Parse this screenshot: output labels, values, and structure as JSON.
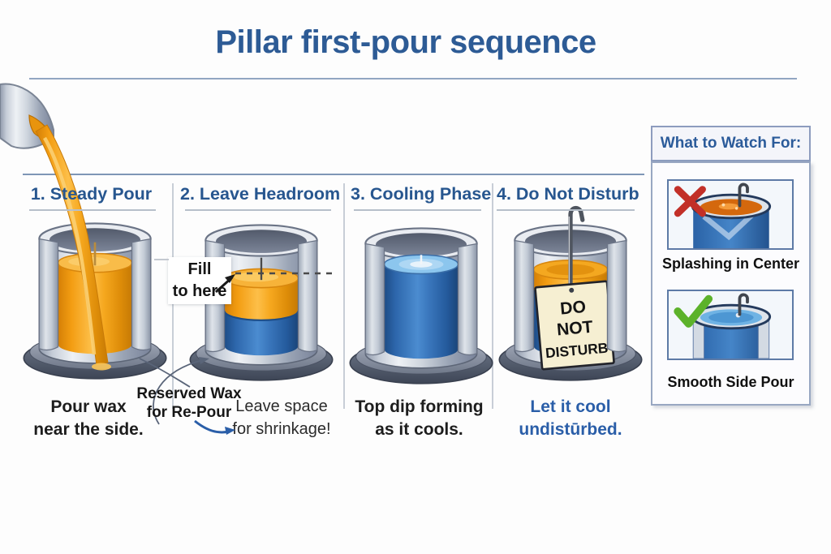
{
  "title": "Pillar first-pour sequence",
  "steps": [
    {
      "header": "1. Steady Pour",
      "caption_line1": "Pour wax",
      "caption_line2": "near the side."
    },
    {
      "header": "2. Leave Headroom",
      "caption_line1": "Leave space",
      "caption_line2": "for shrinkage!"
    },
    {
      "header": "3. Cooling Phase",
      "caption_line1": "Top dip forming",
      "caption_line2": "as it cools."
    },
    {
      "header": "4. Do Not Disturb",
      "caption_line1": "Let it cool",
      "caption_line2": "undistūrbed."
    }
  ],
  "labels": {
    "fill_line1": "Fill",
    "fill_line2": "to here",
    "reserved_line1": "Reserved Wax",
    "reserved_line2": "for Re-Pour",
    "tag_line1": "DO",
    "tag_line2": "NOT",
    "tag_line3": "DISTURB"
  },
  "sidebar": {
    "header": "What to Watch For:",
    "items": [
      {
        "icon": "red-x",
        "label": "Splashing in Center"
      },
      {
        "icon": "green-check",
        "label": "Smooth Side Pour"
      }
    ]
  },
  "colors": {
    "title_blue": "#2d5b95",
    "step_header_blue": "#27568f",
    "caption_blue": "#2a5ea8",
    "caption_black": "#1d1d1d",
    "wax_orange": "#f3a416",
    "wax_blue": "#2f6cb4",
    "mold_metal": "#c6cdd8",
    "tag_cream": "#f6efd2",
    "red_x": "#c23028",
    "green_check": "#5cb22a"
  }
}
